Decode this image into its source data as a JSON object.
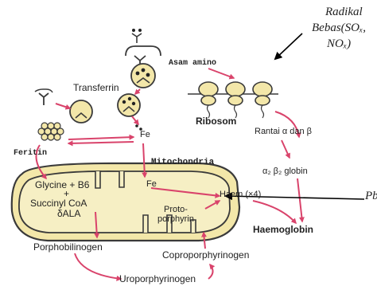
{
  "annotation": {
    "radikal_line1": "Radikal",
    "radikal_line2": "Bebas(SOₓ,",
    "radikal_line3": "NOₓ)",
    "pb_label": "Pb"
  },
  "nodes": {
    "asam_amino": "Asam amino",
    "transferrin": "Transferrin",
    "fe_top": "Fe",
    "feritin": "Feritin",
    "ribosom": "Ribosom",
    "rantai": "Rantai α dan β",
    "globin": "α₂ β₂ globin",
    "mitochondria": "Mitochondria",
    "fe_mito": "Fe",
    "glycine_line1": "Glycine + B6",
    "glycine_plus": "+",
    "succinyl": "Succinyl CoA",
    "dala": "δALA",
    "haem": "Haem (×4)",
    "proto_line1": "Proto-",
    "proto_line2": "porphyrin",
    "haemoglobin": "Haemoglobin",
    "porphobilinogen": "Porphobilinogen",
    "coproporphyrinogen": "Coproporphyrinogen",
    "uroporphyrinogen": "Uroporphyrinogen"
  }
}
